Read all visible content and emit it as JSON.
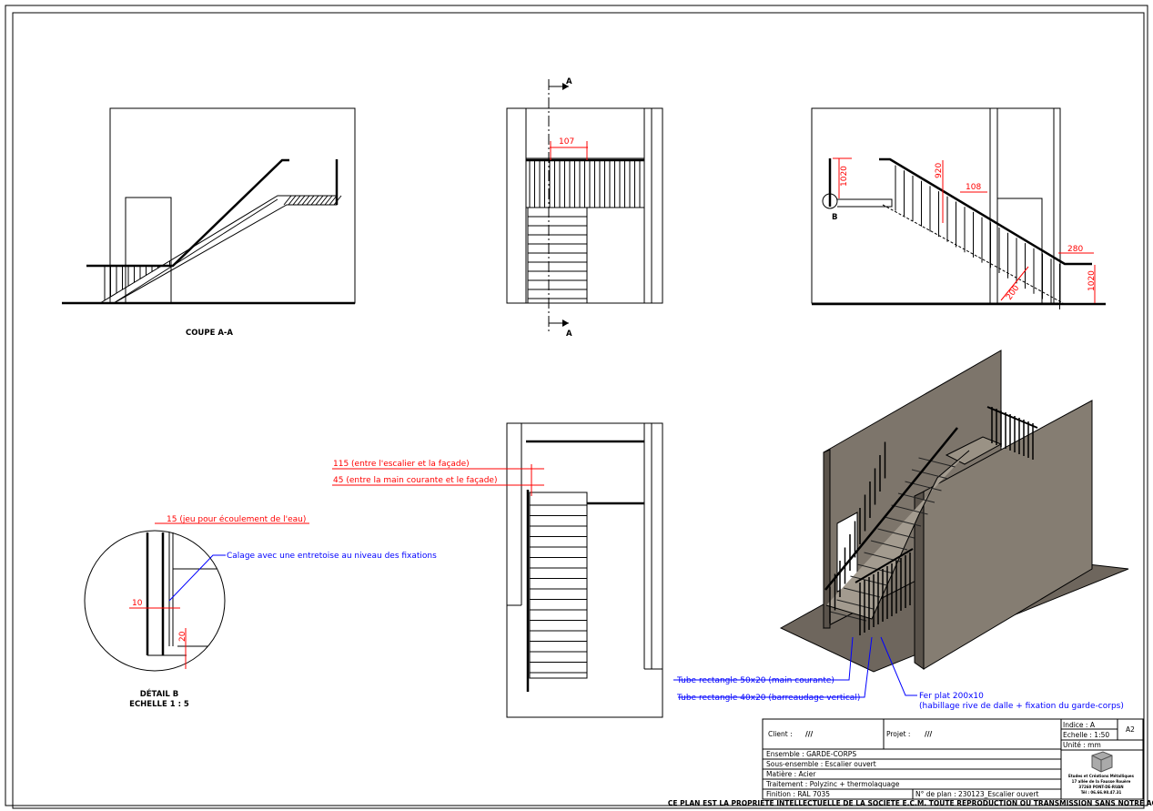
{
  "views": {
    "section_label": "COUPE A-A",
    "section_marker": "A",
    "detail_marker": "B",
    "dims_middle": {
      "width": "107"
    },
    "dims_right": {
      "h_start": "1020",
      "h_rail": "920",
      "spacing": "108",
      "ext": "280",
      "h_end": "1020",
      "stringer": "200"
    },
    "dims_plan": {
      "gap_facade": "115 (entre l'escalier et la façade)",
      "gap_handrail": "45 (entre la main courante et le façade)"
    }
  },
  "detail": {
    "title": "DÉTAIL B",
    "scale": "ECHELLE 1 : 5",
    "dim_gap": "15 (jeu pour écoulement de l'eau)",
    "dim_10": "10",
    "dim_20": "20",
    "note": "Calage avec une entretoise au niveau des fixations"
  },
  "iso_notes": {
    "handrail": "Tube rectangle 50x20 (main courante)",
    "balusters": "Tube rectangle 40x20 (barreaudage vertical)",
    "flat_bar": "Fer plat 200x10",
    "flat_bar_desc": "(habillage rive de dalle + fixation du garde-corps)"
  },
  "title_block": {
    "client": "Client :",
    "client_val": "///",
    "projet": "Projet :",
    "projet_val": "///",
    "indice": "Indice : A",
    "echelle": "Echelle :  1:50",
    "unite": "Unité : mm",
    "format": "A2",
    "ensemble": "Ensemble : GARDE-CORPS",
    "sous_ensemble": "Sous-ensemble : Escalier ouvert",
    "matiere": "Matière : Acier",
    "traitement": "Traitement : Polyzinc + thermolaquage",
    "finition": "Finition : RAL 7035",
    "plan_no": "N° de plan : 230123_Escalier ouvert",
    "company": "Etudes et Créations Métalliques",
    "address1": "17 allée de la Fausse Rouère",
    "address2": "37260 PONT-DE-RUAN",
    "phone": "Tél : 06.66.98.47.31",
    "disclaimer": "CE PLAN EST LA PROPRIÉTÉ INTELLECTUELLE DE LA SOCIÉTÉ E.C.M. TOUTE REPRODUCTION OU TRANSMISSION SANS NOTRE ACCORD EST INTERDITE"
  },
  "colors": {
    "dimension": "#ff0000",
    "annotation": "#0000ff",
    "wall": "#7a7269"
  }
}
